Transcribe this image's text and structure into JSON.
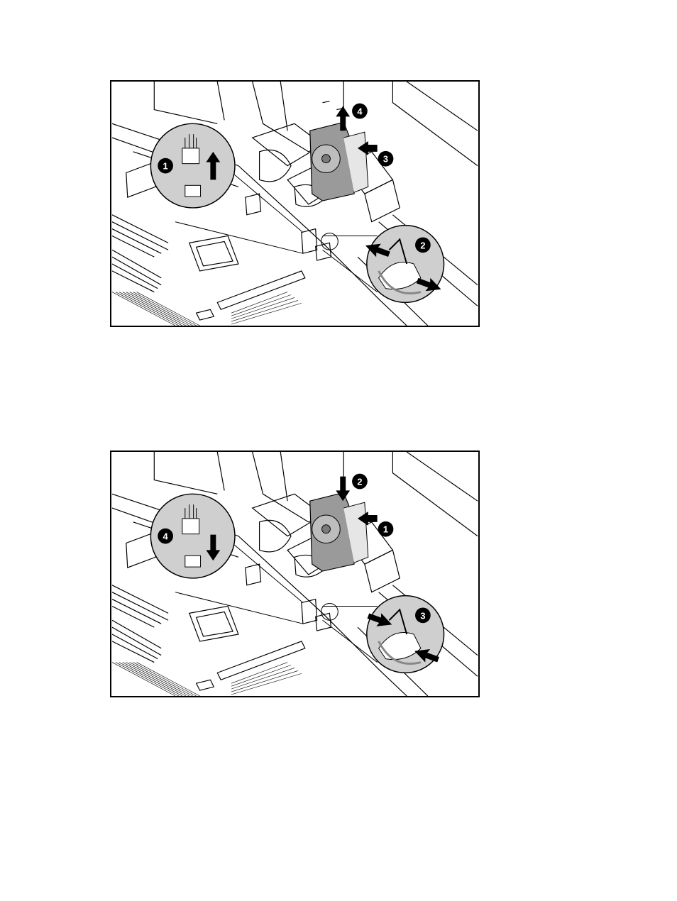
{
  "figures": [
    {
      "id": "fan-removal",
      "callouts": [
        "1",
        "2",
        "3",
        "4"
      ]
    },
    {
      "id": "fan-installation",
      "callouts": [
        "1",
        "2",
        "3",
        "4"
      ]
    }
  ],
  "colors": {
    "line": "#000000",
    "board": "#ffffff",
    "magnifier": "#cfcfcf",
    "callout_bg": "#000000",
    "callout_text": "#ffffff",
    "fan_body": "#9a9a9a"
  }
}
